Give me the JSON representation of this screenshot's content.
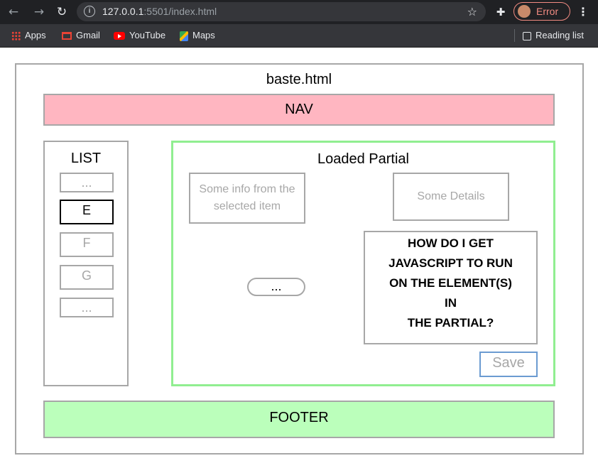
{
  "browser": {
    "url_host": "127.0.0.1",
    "url_rest": ":5501/index.html",
    "error_label": "Error",
    "bookmarks": [
      "Apps",
      "Gmail",
      "YouTube",
      "Maps"
    ],
    "reading_list": "Reading list",
    "icons": [
      "back-arrow-icon",
      "forward-arrow-icon",
      "reload-icon",
      "info-icon",
      "star-icon",
      "puzzle-icon",
      "kebab-menu-icon"
    ]
  },
  "page": {
    "title": "baste.html",
    "nav": "NAV",
    "list": {
      "title": "LIST",
      "items": [
        "...",
        "E",
        "F",
        "G",
        "..."
      ]
    },
    "partial": {
      "title": "Loaded Partial",
      "info_line1": "Some info from the",
      "info_line2": "selected item",
      "details": "Some Details",
      "question": [
        "HOW DO I GET",
        "JAVASCRIPT TO RUN",
        "ON THE ELEMENT(S)",
        "IN",
        "THE PARTIAL?"
      ],
      "pill": "...",
      "save": "Save"
    },
    "footer": "FOOTER"
  }
}
